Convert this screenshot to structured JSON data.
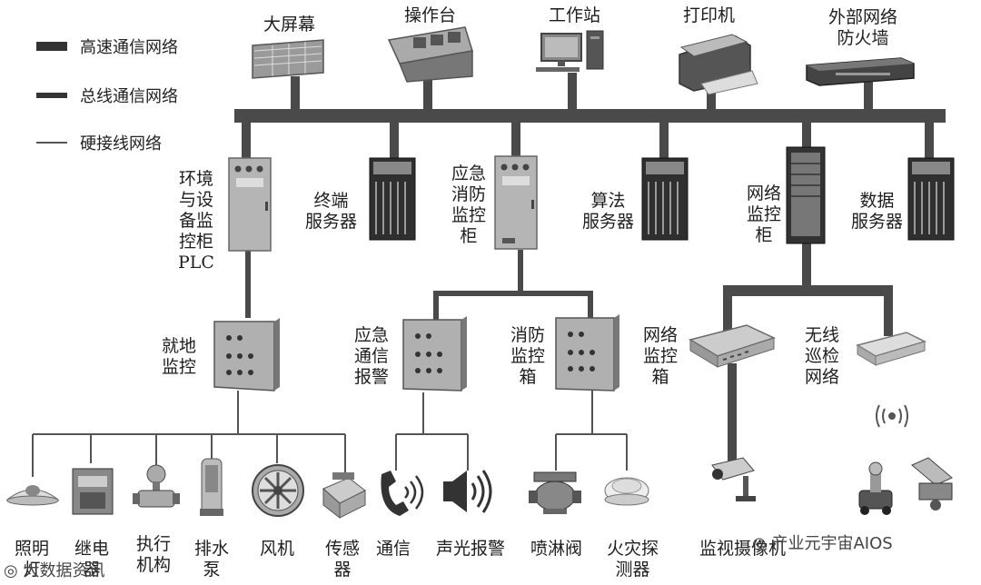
{
  "legend": {
    "high_speed": "高速通信网络",
    "bus": "总线通信网络",
    "hardwire": "硬接线网络"
  },
  "top": {
    "screen": "大屏幕",
    "console": "操作台",
    "workstation": "工作站",
    "printer": "打印机",
    "firewall": "外部网络\n防火墙"
  },
  "middle": {
    "env_cabinet": "环境\n与设\n备监\n控柜\nPLC",
    "terminal_server": "终端\n服务器",
    "emergency_cabinet": "应急\n消防\n监控\n柜",
    "algorithm_server": "算法\n服务器",
    "network_cabinet": "网络\n监控\n柜",
    "data_server": "数据\n服务器"
  },
  "lower": {
    "local_control": "就地\n监控",
    "emergency_alarm": "应急\n通信\n报警",
    "fire_box": "消防\n监控\n箱",
    "network_box": "网络\n监控\n箱",
    "wireless": "无线\n巡检\n网络"
  },
  "bottom": {
    "lighting": "照明\n灯",
    "relay": "继电\n器",
    "actuator": "执行\n机构",
    "drain_pump": "排水\n泵",
    "fan": "风机",
    "sensor": "传感\n器",
    "comm": "通信",
    "sound_light_alarm": "声光报警",
    "sprinkler": "喷淋阀",
    "fire_detector": "火灾探\n测器",
    "camera": "监视摄像机"
  },
  "watermarks": {
    "left": "大数据资讯",
    "right": "产业元宇宙AIOS"
  },
  "colors": {
    "line": "#4a4a4a",
    "device": "#9a9a9a",
    "dark": "#2f2f2f"
  }
}
